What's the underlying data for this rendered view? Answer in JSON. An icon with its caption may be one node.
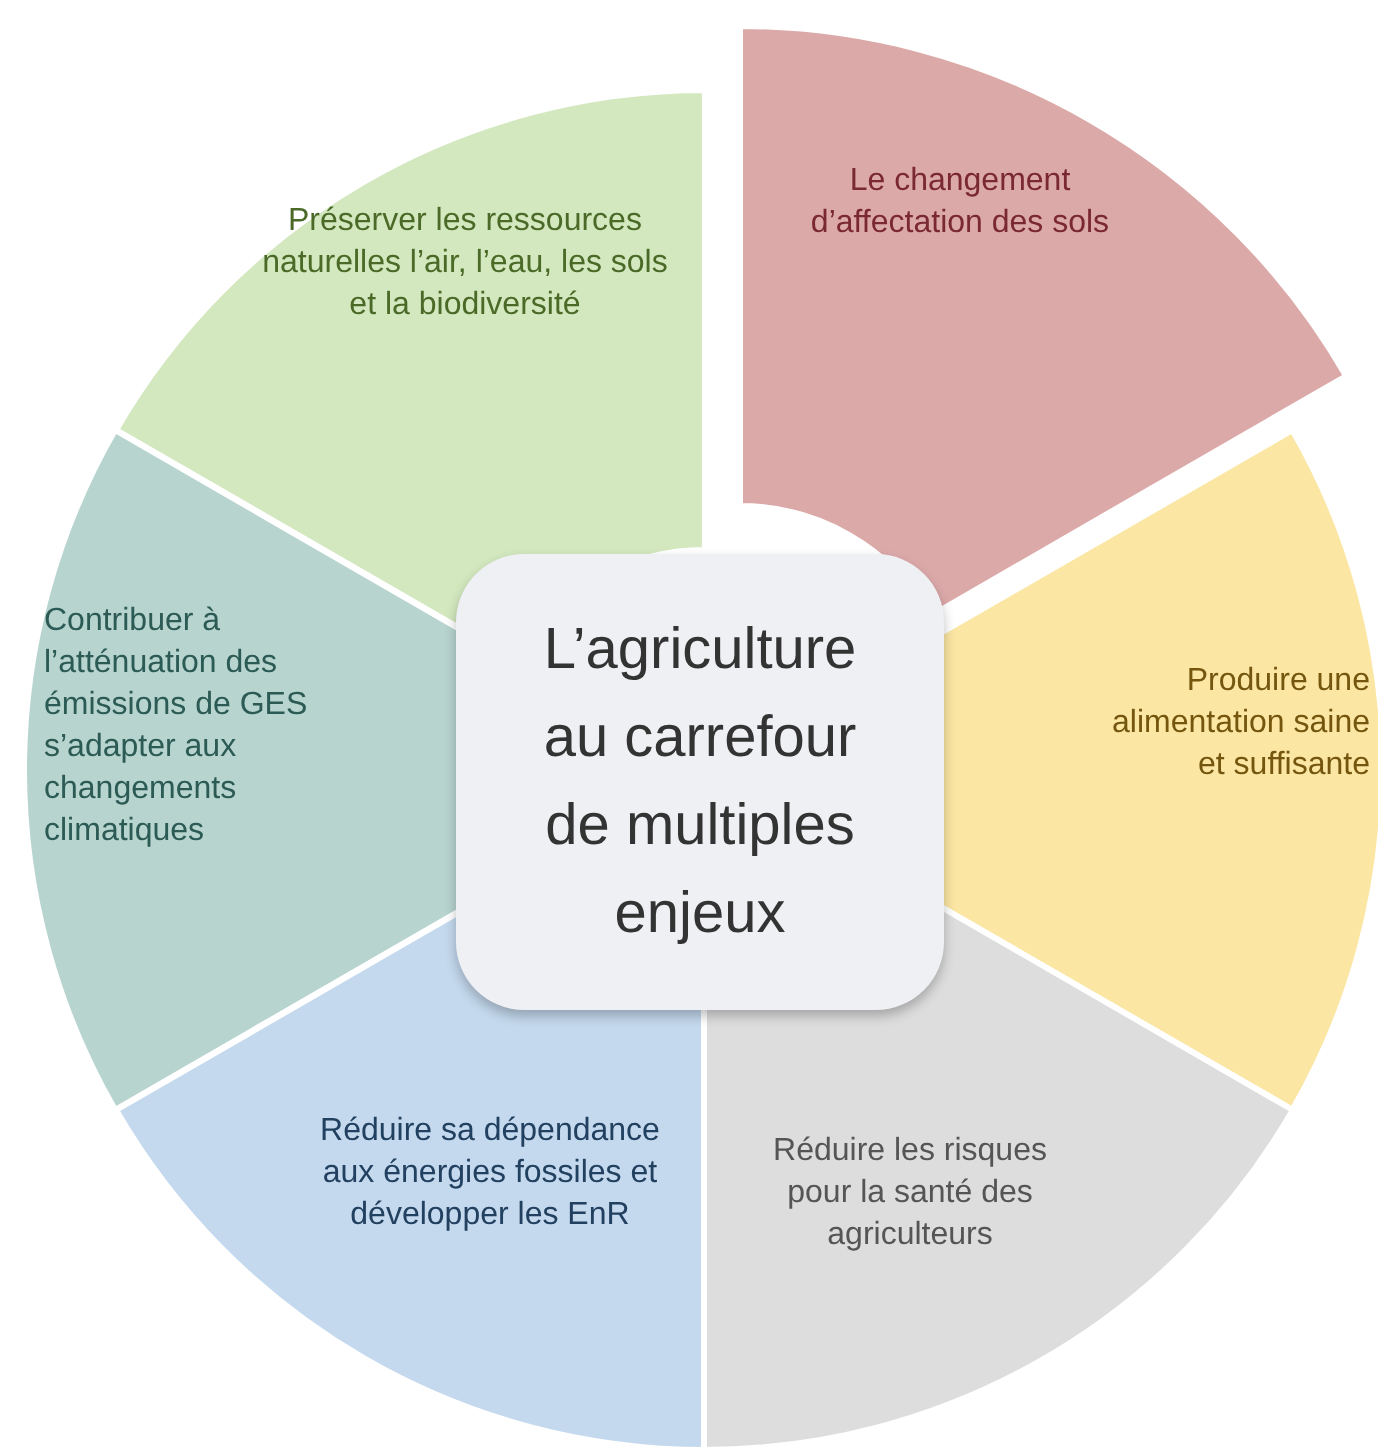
{
  "diagram": {
    "nodes": [
      {
        "text": [
          "Préserver les ressources naturelles l’air, l’eau, les sols et la biodiversité"
        ]
      },
      {
        "text": [
          "Le changement d’affectation des sols"
        ]
      },
      {
        "text": [
          "Contribuer à l’atténuation des émissions de GES s’adapter aux changements climatiques"
        ]
      },
      {
        "text": [
          "L’agriculture au carrefour de multiples enjeux"
        ]
      },
      {
        "text": [
          "Produire une alimentation saine et suffisante"
        ]
      },
      {
        "text": [
          "Réduire sa dépendance aux énergies fossiles et développer les EnR"
        ]
      },
      {
        "text": [
          "Réduire les risques pour la santé des agriculteurs"
        ]
      }
    ]
  }
}
